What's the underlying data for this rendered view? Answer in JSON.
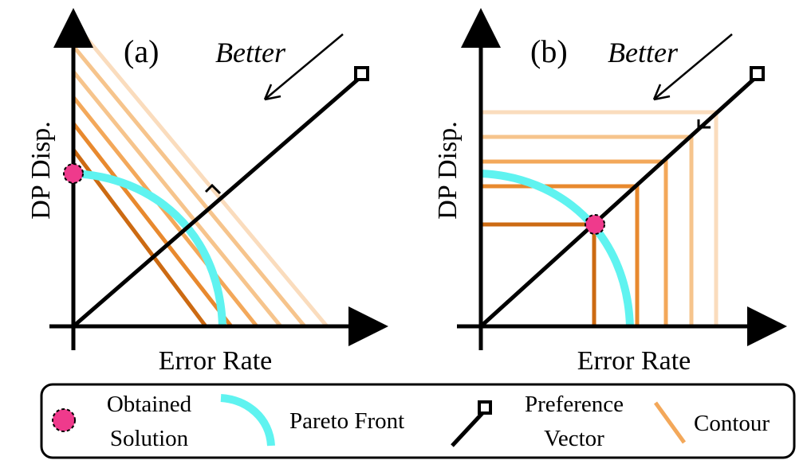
{
  "panels": [
    {
      "label": "(a)",
      "better_label": "Better",
      "y_axis_label": "DP Disp.",
      "x_axis_label": "Error Rate"
    },
    {
      "label": "(b)",
      "better_label": "Better",
      "y_axis_label": "DP Disp.",
      "x_axis_label": "Error Rate"
    }
  ],
  "legend": {
    "obtained_solution": [
      "Obtained",
      "Solution"
    ],
    "pareto_front": "Pareto Front",
    "preference_vector": [
      "Preference",
      "Vector"
    ],
    "contour": "Contour"
  },
  "colors": {
    "pareto_front": "#5ff3f0",
    "obtained_solution": "#ef3a8c",
    "contours": [
      "#cc6a12",
      "#e8892e",
      "#f3a85a",
      "#f6c48c",
      "#fadcbd"
    ],
    "axis": "#000000"
  }
}
